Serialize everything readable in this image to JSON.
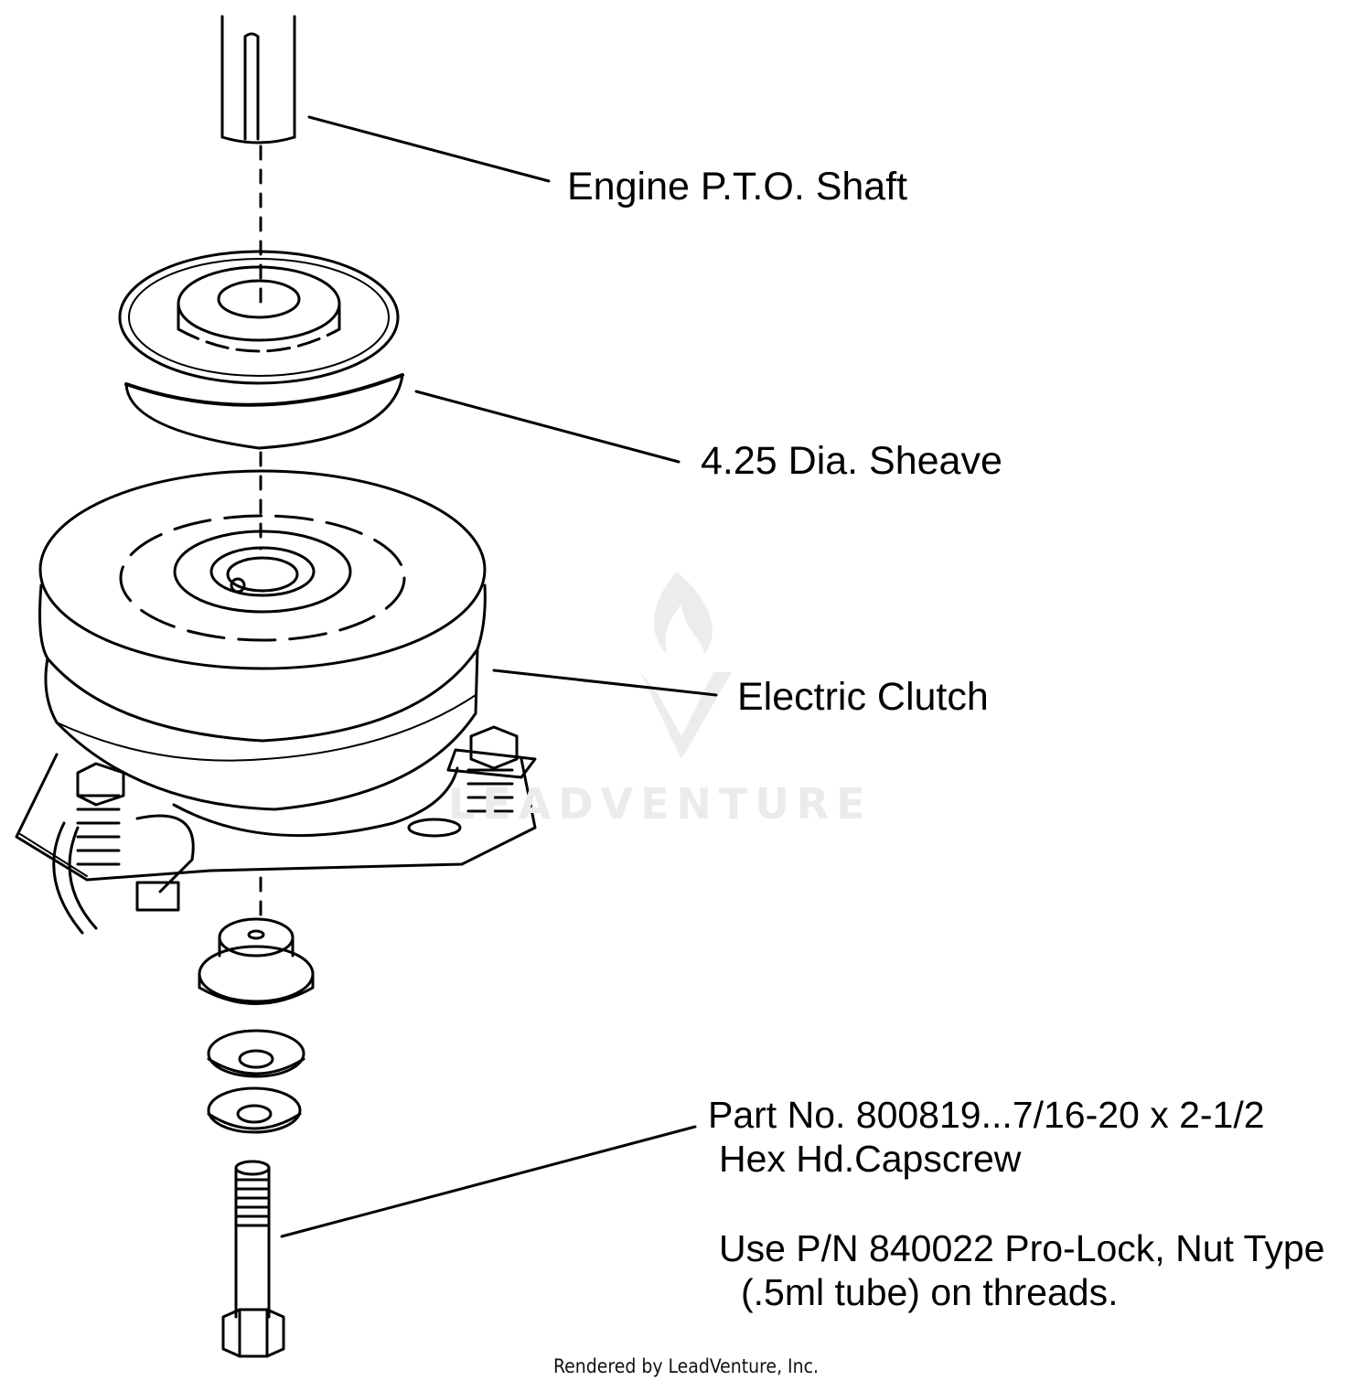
{
  "labels": {
    "shaft": "Engine P.T.O. Shaft",
    "sheave": "4.25 Dia. Sheave",
    "clutch": "Electric Clutch",
    "capscrew_line1": "Part No. 800819...7/16-20 x 2-1/2",
    "capscrew_line2": "Hex Hd.Capscrew",
    "prolock_line1": "Use P/N 840022 Pro-Lock, Nut Type",
    "prolock_line2": "(.5ml tube) on threads."
  },
  "watermark": "LEADVENTURE",
  "footer": "Rendered by LeadVenture, Inc.",
  "colors": {
    "line": "#000000",
    "background": "#ffffff",
    "watermark": "#ebebeb"
  }
}
